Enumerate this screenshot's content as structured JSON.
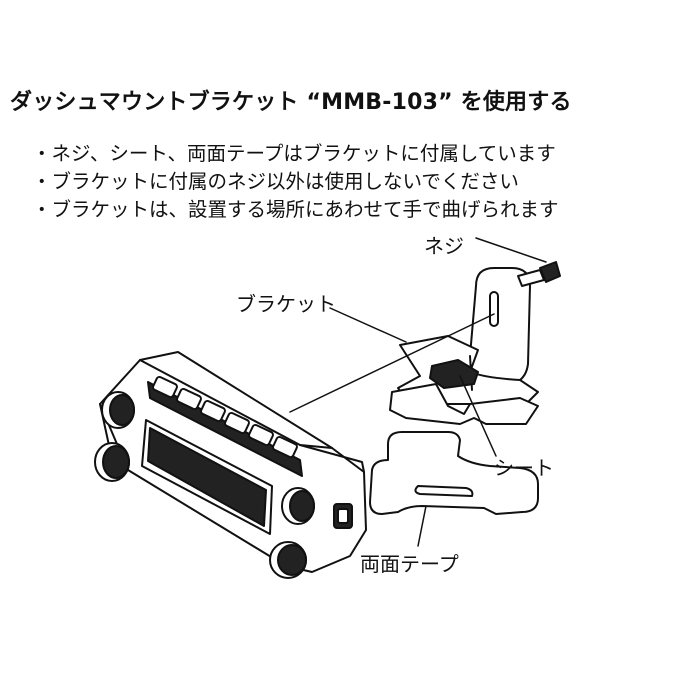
{
  "title": "ダッシュマウントブラケット “MMB-103” を使用する",
  "notes": [
    "・ネジ、シート、両面テープはブラケットに付属しています",
    "・ブラケットに付属のネジ以外は使用しないでください",
    "・ブラケットは、設置する場所にあわせて手で曲げられます"
  ],
  "labels": {
    "screw": "ネジ",
    "bracket": "ブラケット",
    "sheet": "シート",
    "tape": "両面テープ"
  }
}
